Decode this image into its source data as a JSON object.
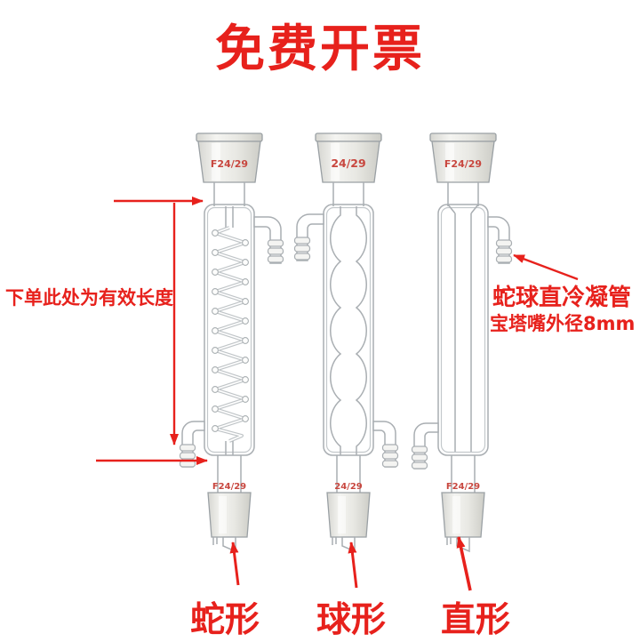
{
  "title": "免费开票",
  "annotations": {
    "left_note": "下单此处为有效长度",
    "right_note_line1": "蛇球直冷凝管",
    "right_note_line2": "宝塔嘴外径8mm"
  },
  "condensers": [
    {
      "type": "serpentine-coil",
      "top_joint": "F24/29",
      "bottom_joint": "F24/29",
      "label": "蛇形"
    },
    {
      "type": "allihn-bulb",
      "top_joint": "24/29",
      "bottom_joint": "24/29",
      "label": "球形"
    },
    {
      "type": "liebig-straight",
      "top_joint": "F24/29",
      "bottom_joint": "F24/29",
      "label": "直形"
    }
  ],
  "colors": {
    "accent_red": "#e7211c",
    "glass_outline": "#a9aeb2",
    "frosted_glass": "#e9e9e5",
    "background": "#ffffff"
  }
}
